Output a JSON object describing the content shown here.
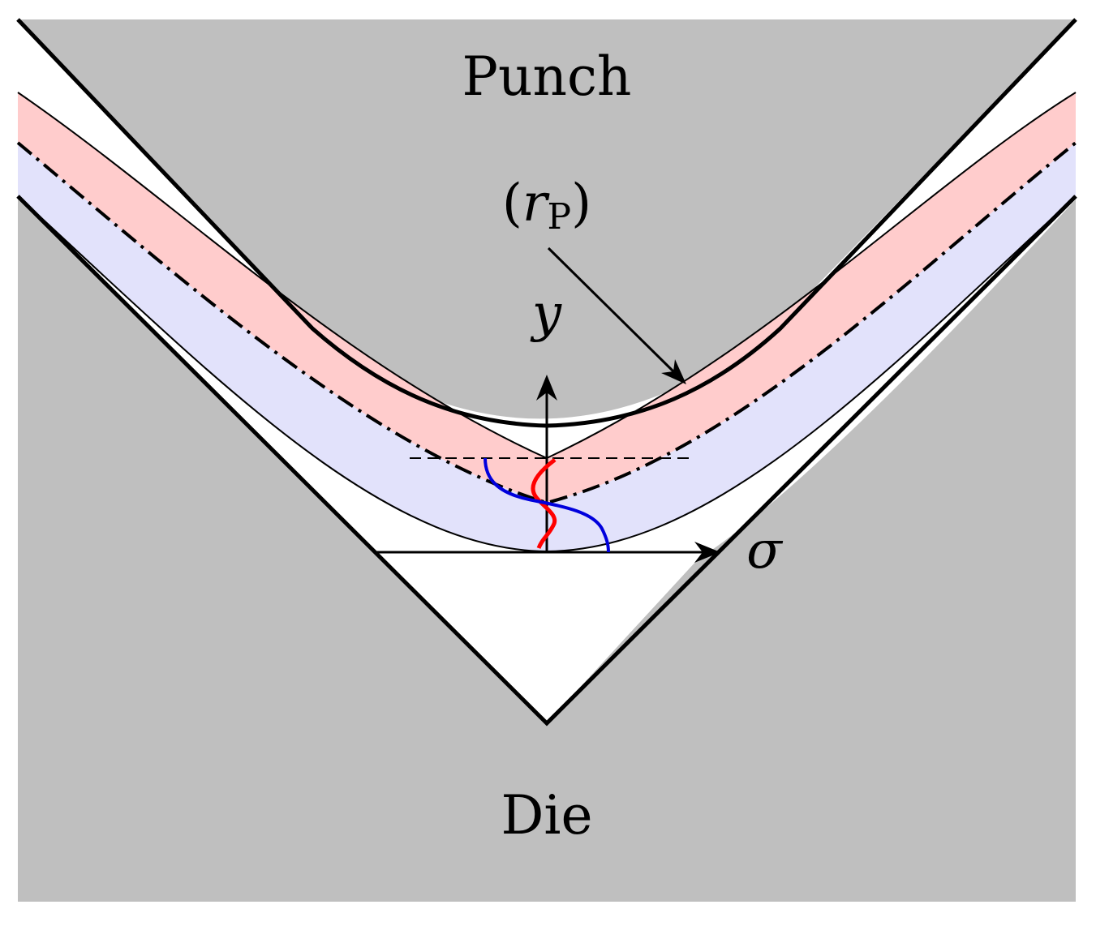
{
  "labels": {
    "punch": "Punch",
    "die": "Die",
    "radius_open": "(",
    "radius_symbol": "r",
    "radius_subscript": "P",
    "radius_close": ")",
    "y_axis": "y",
    "x_axis": "σ"
  },
  "colors": {
    "tool": "#bfbfbf",
    "tension_zone": "#ffcccc",
    "compression_zone": "#e2e2fb",
    "stress_curve_1": "#ff0000",
    "stress_curve_2": "#0000dd",
    "outline": "#000000"
  }
}
